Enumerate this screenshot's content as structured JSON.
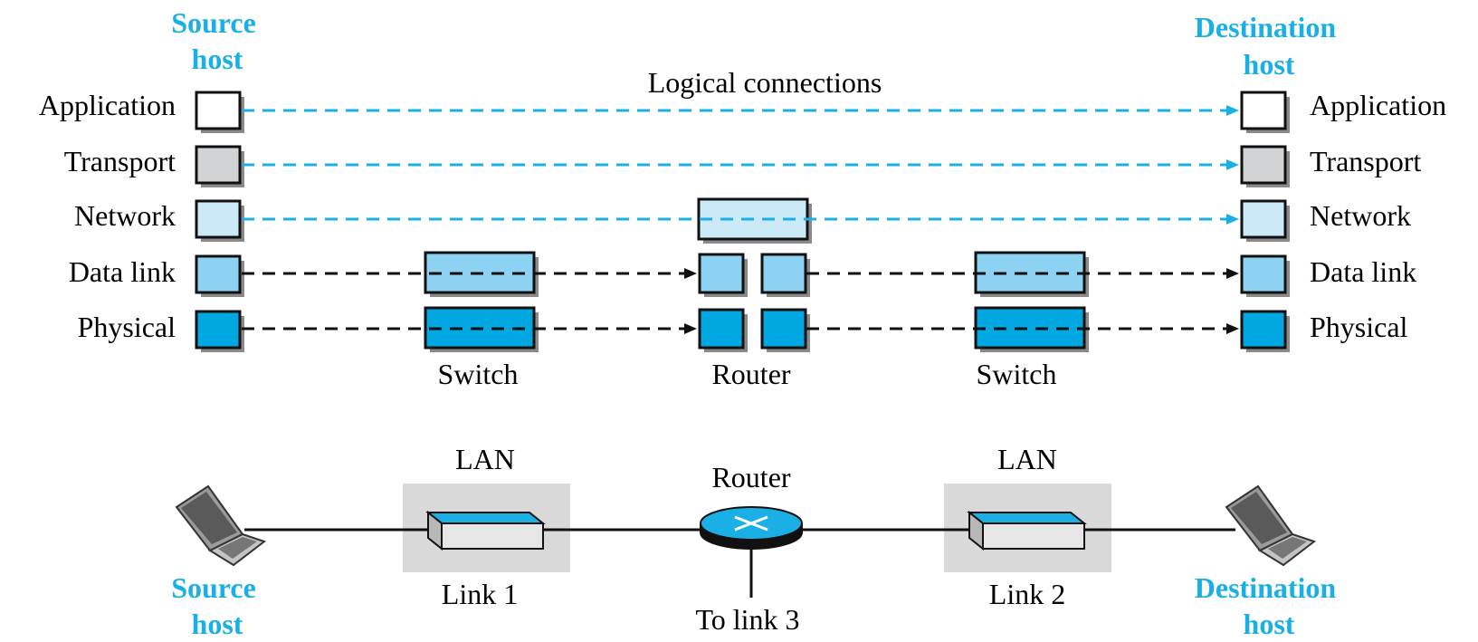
{
  "colors": {
    "logical": "#1ab0e6",
    "host_label": "#1ab0e6",
    "application": "#ffffff",
    "transport": "#d1d3d4",
    "network": "#cce9f8",
    "datalink": "#8ed2f3",
    "physical": "#00a7e1",
    "shadow": "#8a8a8a",
    "lan_bg": "#d9d9d9"
  },
  "top": {
    "source_host": [
      "Source",
      "host"
    ],
    "destination_host": [
      "Destination",
      "host"
    ],
    "logical_connections": "Logical connections",
    "layers_left": [
      "Application",
      "Transport",
      "Network",
      "Data link",
      "Physical"
    ],
    "layers_right": [
      "Application",
      "Transport",
      "Network",
      "Data link",
      "Physical"
    ],
    "switch_left": "Switch",
    "router": "Router",
    "switch_right": "Switch"
  },
  "bottom": {
    "lan_left": "LAN",
    "lan_right": "LAN",
    "router": "Router",
    "link1": "Link 1",
    "link2": "Link 2",
    "to_link3": "To link 3",
    "source_host": [
      "Source",
      "host"
    ],
    "destination_host": [
      "Destination",
      "host"
    ]
  }
}
